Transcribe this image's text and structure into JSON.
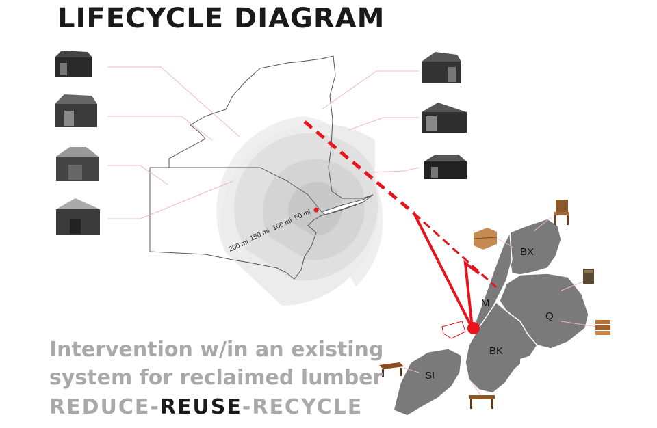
{
  "title": "LIFECYCLE DIAGRAM",
  "tagline": {
    "line1": "Intervention w/in an existing",
    "line2": "system for reclaimed lumber",
    "line3_prefix": "REDUCE-",
    "line3_emphasis": "REUSE",
    "line3_suffix": "-RECYCLE"
  },
  "radius_labels": [
    "200 mi",
    "150 mi",
    "100 mi",
    "50 mi"
  ],
  "boroughs": [
    "BX",
    "M",
    "Q",
    "BK",
    "SI"
  ],
  "colors": {
    "accent_red": "#e8141b",
    "borough_gray": "#7a7a7a",
    "ring_gray": "#d9d9d9",
    "tagline_gray": "#a9a9a9"
  },
  "icons": [
    "barn-photo",
    "barn-photo",
    "barn-photo",
    "barn-photo",
    "barn-photo",
    "barn-photo",
    "barn-photo",
    "chair-icon",
    "crate-icon",
    "stool-icon",
    "shelf-icon",
    "bench-icon",
    "table-icon",
    "planter-icon"
  ]
}
